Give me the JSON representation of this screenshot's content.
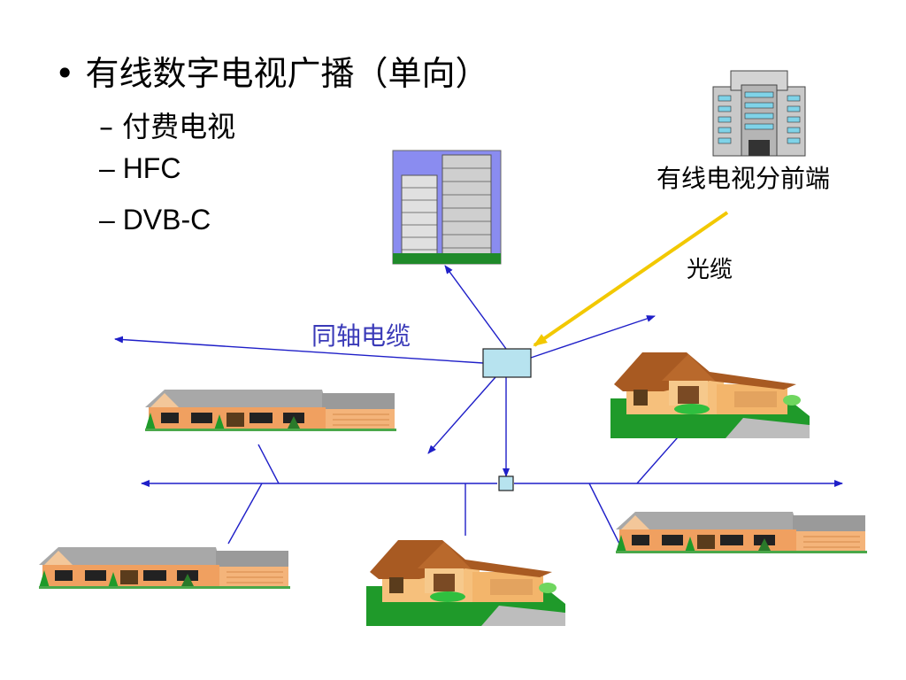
{
  "slide": {
    "title": "• 有线数字电视广播（单向）",
    "bullets": [
      "– 付费电视",
      "– HFC",
      "– DVB-C"
    ]
  },
  "diagram": {
    "headend_label": "有线电视分前端",
    "fiber_label": "光缆",
    "coax_label": "同轴电缆"
  },
  "colors": {
    "coax_line": "#1f1fc8",
    "fiber_line": "#f2c800",
    "node_fill": "#b7e3ef",
    "sky": "#8a8cf0"
  }
}
